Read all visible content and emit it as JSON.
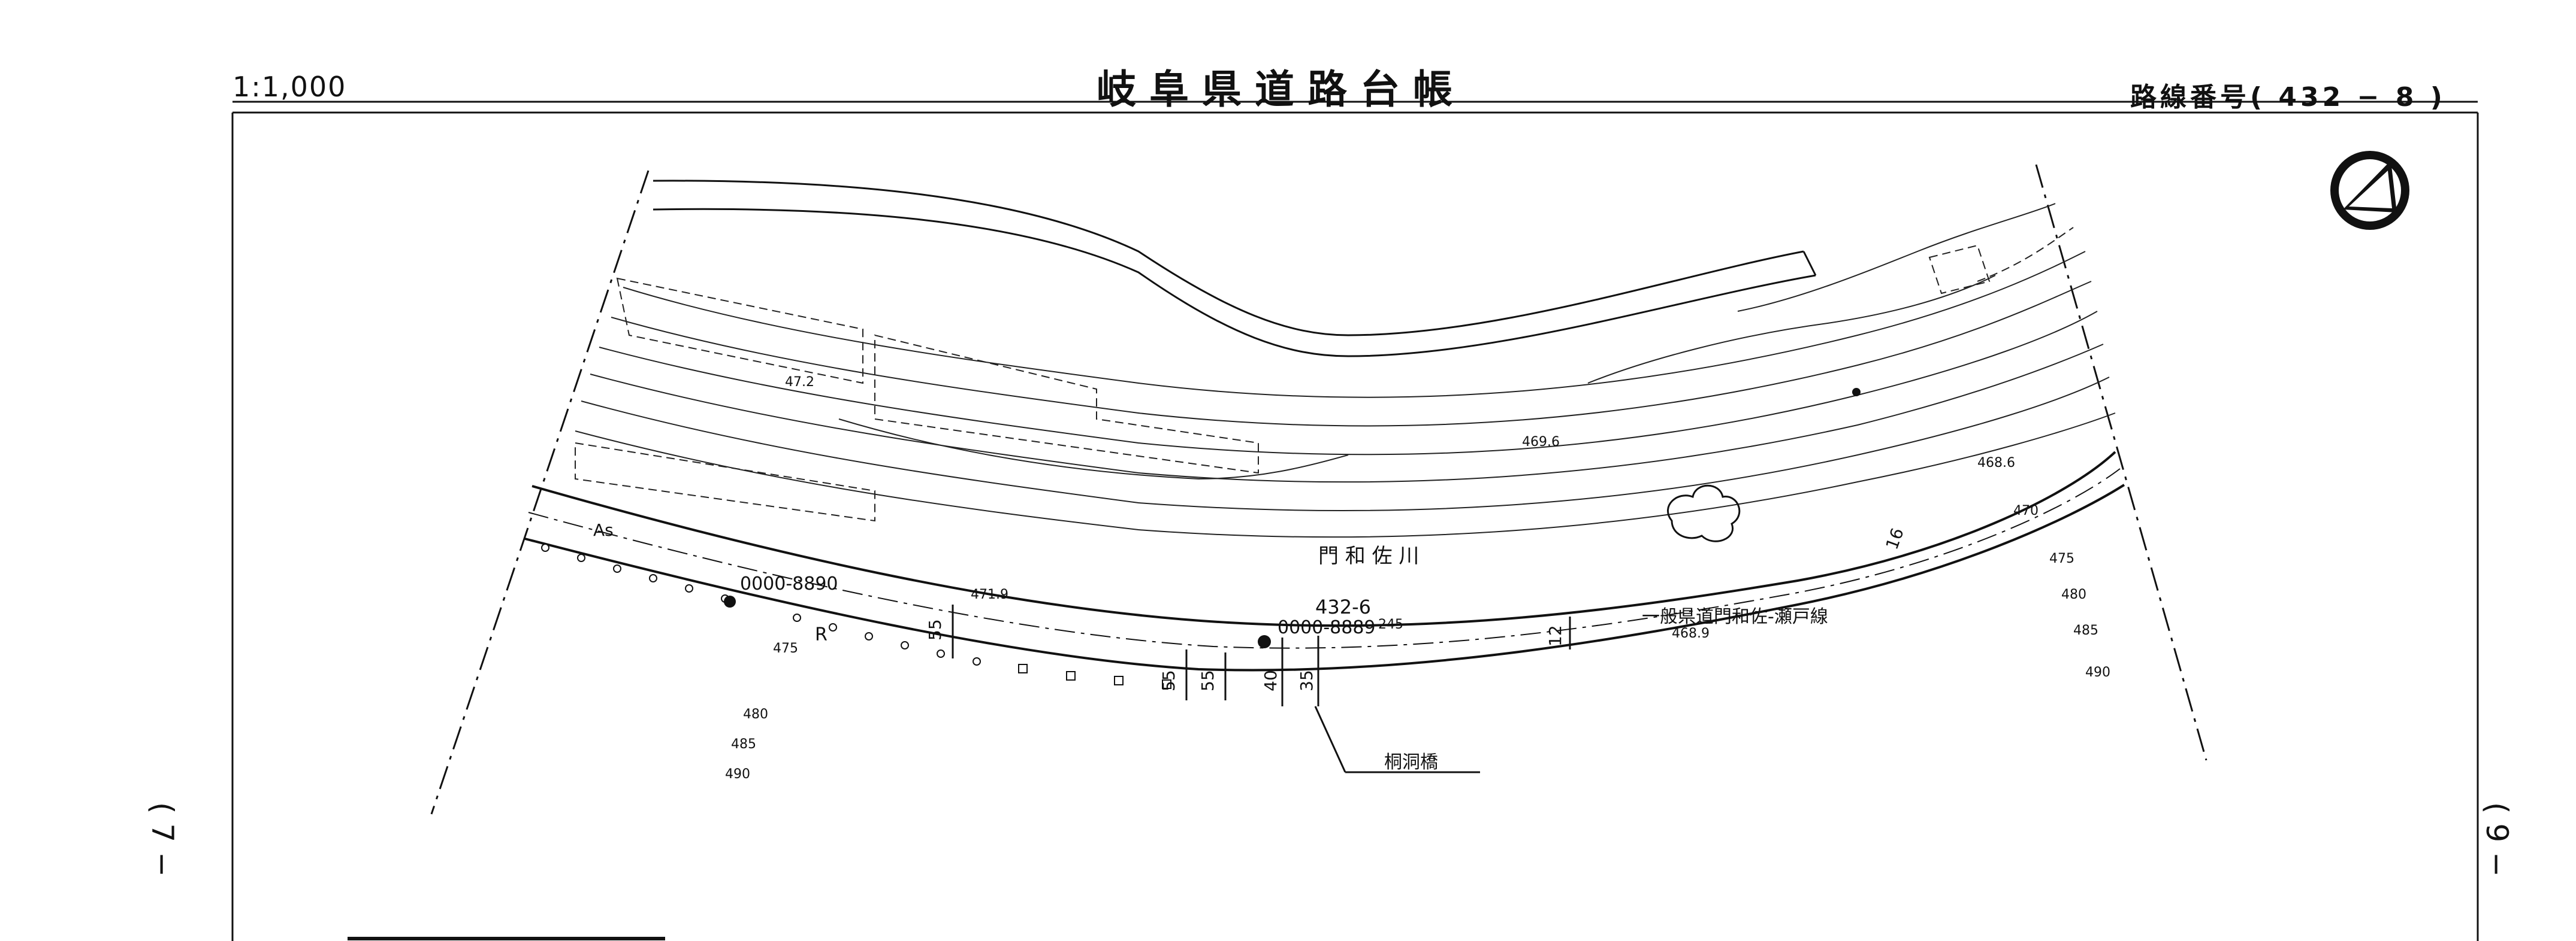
{
  "header": {
    "scale": "1:1,000",
    "title": "岐阜県道路台帳",
    "route_number": "路線番号( 432 − 8 )"
  },
  "side_marks": {
    "left": "( 7 −",
    "right": "( 9 −"
  },
  "map": {
    "point_left": "0000-8890",
    "point_center": "0000-8889",
    "route_label": "一般県道門和佐-瀬戸線",
    "bridge_name": "桐洞橋",
    "river_name": "門 和 佐 川",
    "road_code": "432-6",
    "surface": "As",
    "curve_mark": "R",
    "widths": [
      "55",
      "55",
      "55",
      "40",
      "35",
      "12",
      "16"
    ],
    "elevations": [
      "469.6",
      "471.9",
      "468.6",
      "468.9",
      "475",
      "480",
      "485",
      "490",
      "470",
      "475",
      "480",
      "485",
      "490"
    ],
    "misc_labels": [
      "47.2",
      "245"
    ]
  },
  "colors": {
    "ink": "#111111",
    "paper": "#ffffff"
  },
  "icons": {
    "north_arrow": "north-arrow-icon"
  }
}
